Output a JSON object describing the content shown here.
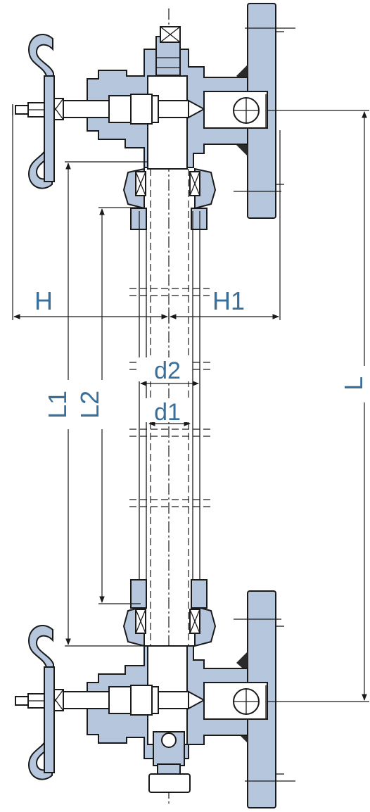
{
  "drawing": {
    "labels": {
      "H": "H",
      "H1": "H1",
      "L": "L",
      "L1": "L1",
      "L2": "L2",
      "d1": "d1",
      "d2": "d2"
    },
    "colors": {
      "body_fill": "#b6c7dd",
      "line": "#1a1a1a",
      "label": "#3a6f9a"
    }
  }
}
